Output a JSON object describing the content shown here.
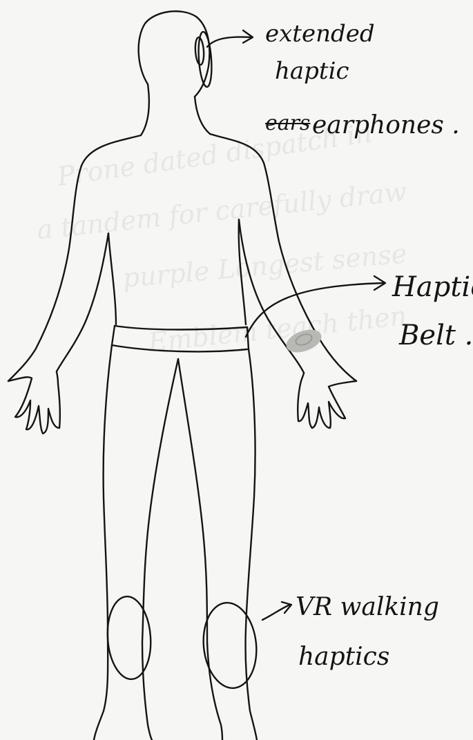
{
  "figure": {
    "background_color": "#f6f6f4",
    "ink_color": "#141414",
    "bleed_through_color": "#c9c9c6",
    "wrist_device_color": "#b8b8b4",
    "bleed_through_lines": [
      "Prone dated dispatch in",
      "a tandem for carefully draw",
      "purple Longest sense",
      "Emblem teach then"
    ]
  },
  "annotations": {
    "earphones": {
      "line1": "extended",
      "line2": "haptic",
      "struck": "ears",
      "line3": "earphones ."
    },
    "belt": {
      "line1": "Haptic",
      "line2": "Belt ."
    },
    "walking": {
      "line1": "VR walking",
      "line2": "haptics"
    }
  }
}
